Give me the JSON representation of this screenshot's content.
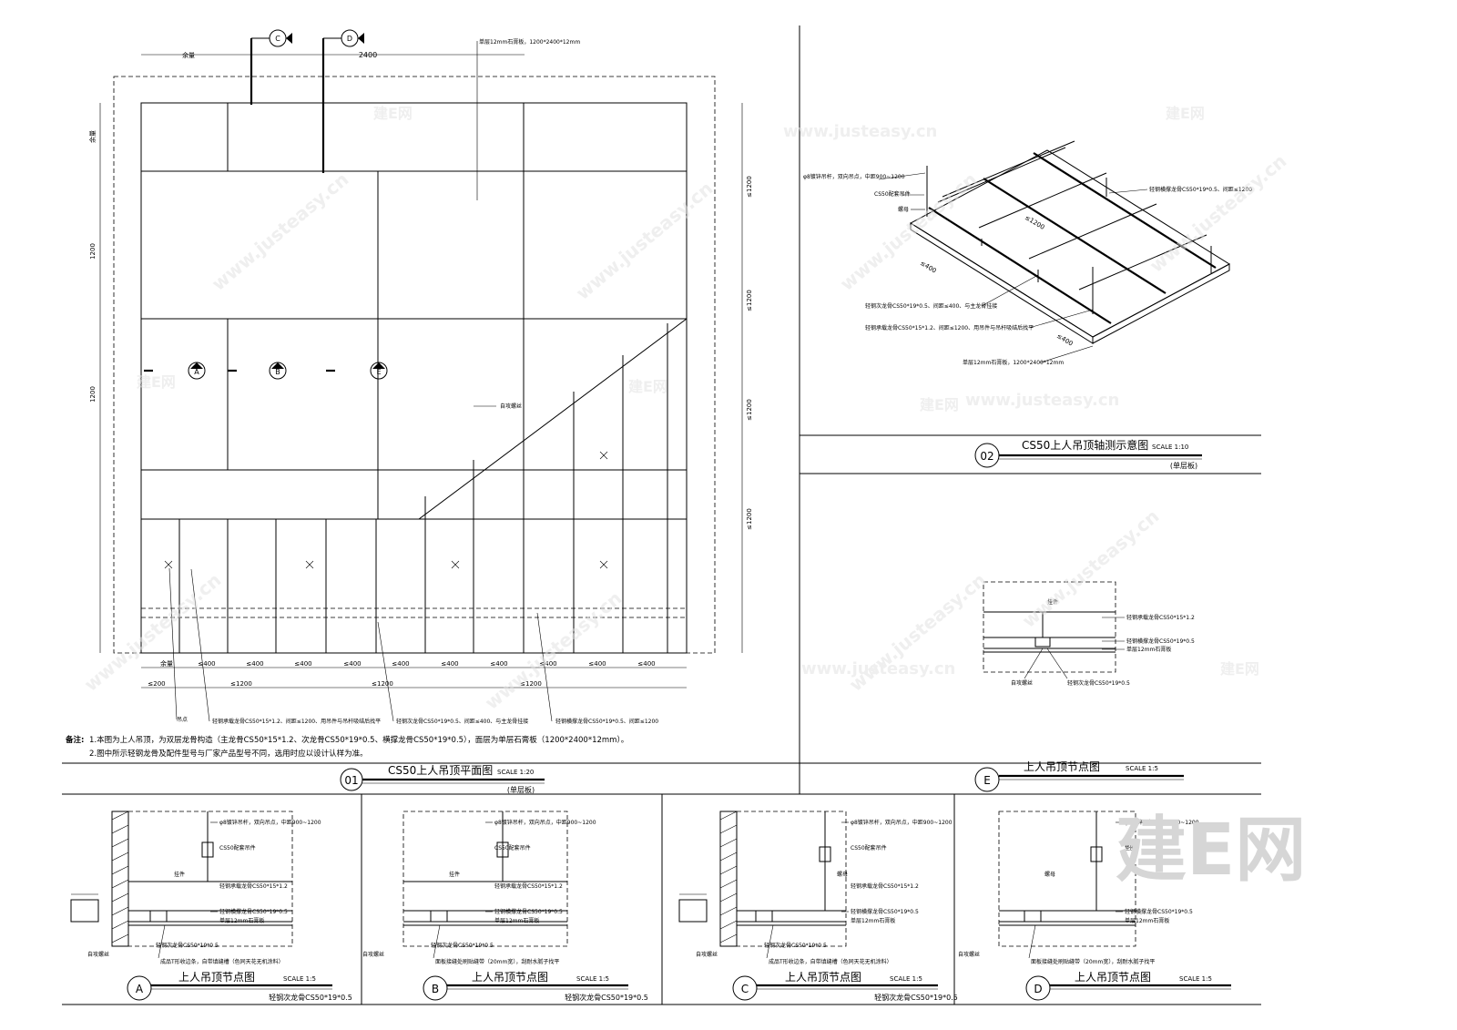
{
  "watermark": {
    "site": "www.justeasy.cn",
    "brand": "建E网",
    "logo": "建E网"
  },
  "plan": {
    "title": "CS50上人吊顶平面图",
    "scale": "SCALE 1:20",
    "sub": "(单层板)",
    "num": "01",
    "note_label": "备注:",
    "note1": "1.本图为上人吊顶，为双层龙骨构造（主龙骨CS50*15*1.2、次龙骨CS50*19*0.5、横撑龙骨CS50*19*0.5），面层为单层石膏板（1200*2400*12mm）。",
    "note2": "2.图中所示轻钢龙骨及配件型号与厂家产品型号不同，选用时应以设计认样为准。",
    "board_label": "单层12mm石膏板，1200*2400*12mm",
    "screw": "自攻螺丝",
    "hanger_point": "吊点",
    "main_keel": "轻钢承载龙骨CS50*15*1.2、间距≤1200、用吊件与吊杆吸结后找平",
    "sub_keel": "轻钢次龙骨CS50*19*0.5、间距≤400、与主龙骨挂接",
    "cross_keel": "轻钢横撑龙骨CS50*19*0.5、间距≤1200",
    "dim_top": "2400",
    "dim_margin": "余量",
    "dim_1200": "1200",
    "dim_le1200": "≤1200",
    "dim_le400": "≤400",
    "dim_le200": "≤200",
    "sections": {
      "a": "A",
      "b": "B",
      "c": "C",
      "d": "D",
      "e": "E"
    }
  },
  "iso": {
    "title": "CS50上人吊顶轴测示意图",
    "scale": "SCALE 1:10",
    "sub": "(单层板)",
    "num": "02",
    "rod": "φ8镀锌吊杆，双向吊点，中距900~1200",
    "hanger": "CS50配套吊件",
    "nut": "螺母",
    "cross": "轻钢横撑龙骨CS50*19*0.5、间距≤1200",
    "sub_keel": "轻钢次龙骨CS50*19*0.5、间距≤400、与主龙骨挂接",
    "main_keel": "轻钢承载龙骨CS50*15*1.2、间距≤1200、用吊件与吊杆吸结后找平",
    "board": "单层12mm石膏板，1200*2400*12mm",
    "d1200": "≤1200",
    "d400": "≤400"
  },
  "detailE": {
    "title": "上人吊顶节点图",
    "scale": "SCALE 1:5",
    "letter": "E",
    "hang": "挂件",
    "main": "轻钢承载龙骨CS50*15*1.2",
    "cross": "轻钢横撑龙骨CS50*19*0.5",
    "board": "单层12mm石膏板",
    "screw": "自攻螺丝",
    "sub": "轻钢次龙骨CS50*19*0.5"
  },
  "details": [
    {
      "letter": "A",
      "title": "上人吊顶节点图",
      "scale": "SCALE 1:5",
      "sub": "轻钢次龙骨CS50*19*0.5",
      "rod": "φ8镀锌吊杆，双向吊点，中距900~1200",
      "hanger": "CS50配套吊件",
      "hang": "挂件",
      "main": "轻钢承载龙骨CS50*15*1.2",
      "cross": "轻钢横撑龙骨CS50*19*0.5",
      "board": "单层12mm石膏板",
      "extra1": "自攻螺丝",
      "extra2": "成品T形收边条，自带填缝槽（色同天花无机涂料）"
    },
    {
      "letter": "B",
      "title": "上人吊顶节点图",
      "scale": "SCALE 1:5",
      "sub": "轻钢次龙骨CS50*19*0.5",
      "rod": "φ8镀锌吊杆，双向吊点，中距900~1200",
      "hanger": "CS50配套吊件",
      "hang": "挂件",
      "main": "轻钢承载龙骨CS50*15*1.2",
      "cross": "轻钢横撑龙骨CS50*19*0.5",
      "board": "单层12mm石膏板",
      "extra1": "自攻螺丝",
      "extra2": "面板接缝处刷贴缝带（20mm宽），刮耐水腻子找平"
    },
    {
      "letter": "C",
      "title": "上人吊顶节点图",
      "scale": "SCALE 1:5",
      "sub": "轻钢次龙骨CS50*19*0.5",
      "rod": "φ8镀锌吊杆，双向吊点，中距900~1200",
      "hanger": "CS50配套吊件",
      "hang": "螺母",
      "main": "轻钢承载龙骨CS50*15*1.2",
      "cross": "轻钢横撑龙骨CS50*19*0.5",
      "board": "单层12mm石膏板",
      "extra1": "自攻螺丝",
      "extra2": "成品T形收边条，自带填缝槽（色同天花无机涂料）"
    },
    {
      "letter": "D",
      "title": "上人吊顶节点图",
      "scale": "SCALE 1:5",
      "sub": "",
      "rod": "φ8镀锌吊杆，中距900~1200",
      "hanger": "垫圈",
      "hang": "螺母",
      "main": "",
      "cross": "轻钢横撑龙骨CS50*19*0.5",
      "board": "单层12mm石膏板",
      "extra1": "自攻螺丝",
      "extra2": "面板接缝处刷贴缝带（20mm宽），刮耐水腻子找平"
    }
  ]
}
